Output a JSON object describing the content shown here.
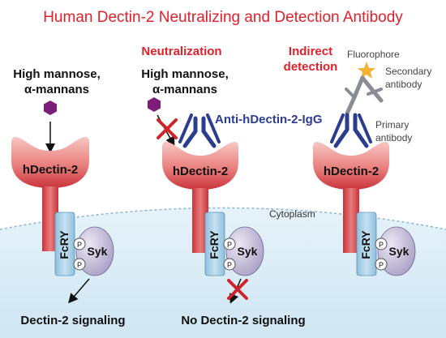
{
  "title": "Human Dectin-2 Neutralizing and Detection Antibody",
  "panels": {
    "left": {
      "ligand_line1": "High mannose,",
      "ligand_line2": "α-mannans",
      "receptor": "hDectin-2",
      "fcry": "FcRY",
      "syk": "Syk",
      "p": "P",
      "outcome": "Dectin-2 signaling"
    },
    "middle": {
      "header": "Neutralization",
      "ligand_line1": "High mannose,",
      "ligand_line2": "α-mannans",
      "antibody": "Anti-hDectin-2-IgG",
      "receptor": "hDectin-2",
      "fcry": "FcRY",
      "syk": "Syk",
      "p": "P",
      "outcome": "No Dectin-2 signaling"
    },
    "right": {
      "header_line1": "Indirect",
      "header_line2": "detection",
      "fluorophore": "Fluorophore",
      "secondary_line1": "Secondary",
      "secondary_line2": "antibody",
      "primary_line1": "Primary",
      "primary_line2": "antibody",
      "receptor": "hDectin-2",
      "fcry": "FcRY",
      "syk": "Syk",
      "p": "P"
    }
  },
  "cytoplasm_label": "Cytoplasm",
  "colors": {
    "title": "#e0202a",
    "header": "#e0202a",
    "receptor_dark": "#c9333b",
    "receptor_light": "#f6c6c3",
    "antibody": "#2b3d8f",
    "secondary": "#8a8d93",
    "ligand": "#7b1e7a",
    "cross": "#d0232a",
    "cytoplasm": "#d9ecf6",
    "fcry": "#a9cfe6",
    "syk": "#c9c3dc",
    "star": "#f2b233"
  },
  "icons": [
    "hexagon-ligand-icon",
    "cross-mark-icon",
    "star-fluorophore-icon",
    "arrow-icon"
  ]
}
